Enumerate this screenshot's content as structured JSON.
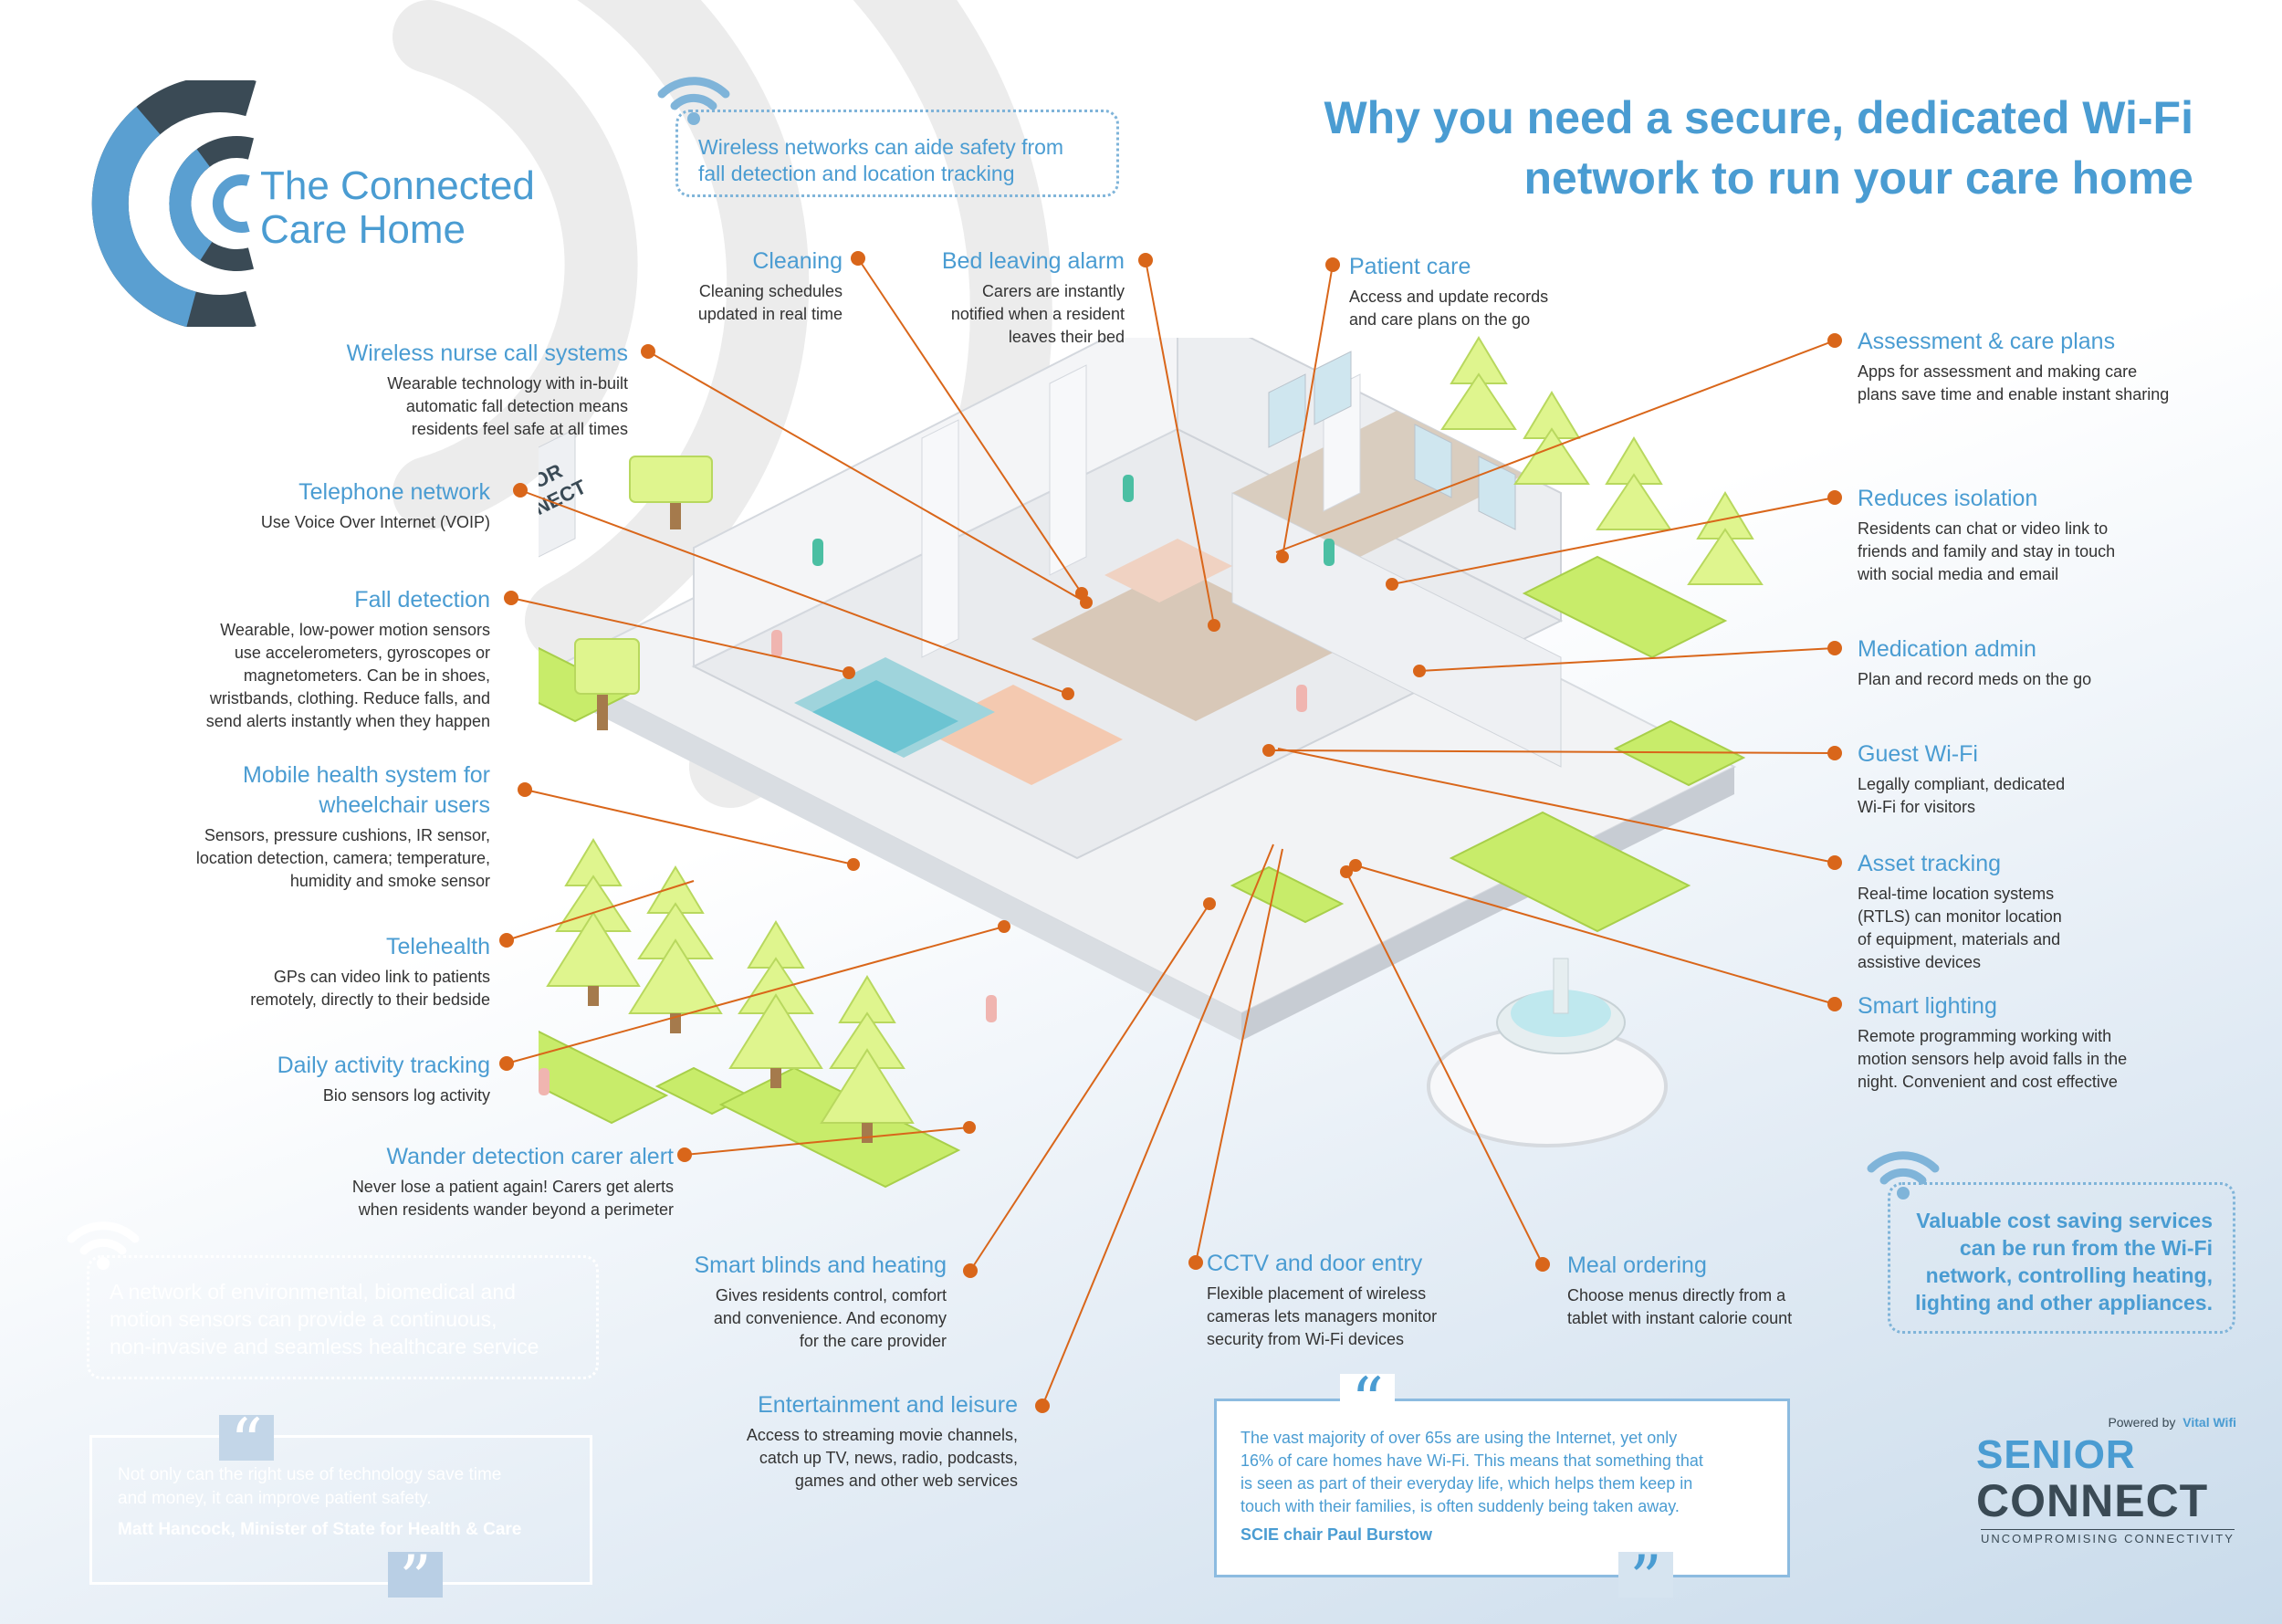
{
  "brand": {
    "line1": "The Connected",
    "line2": "Care Home"
  },
  "headline": {
    "line1": "Why you need a secure, dedicated Wi-Fi",
    "line2": "network to run your care home"
  },
  "wifi_box_top": {
    "line1": "Wireless networks can aide safety from",
    "line2": "fall detection and location tracking"
  },
  "left_items": [
    {
      "title": "Wireless nurse call systems",
      "desc": [
        "Wearable technology with in-built",
        "automatic fall detection means",
        "residents feel safe at all times"
      ]
    },
    {
      "title": "Telephone network",
      "desc": [
        "Use Voice Over Internet (VOIP)"
      ]
    },
    {
      "title": "Fall detection",
      "desc": [
        "Wearable, low-power motion sensors",
        "use accelerometers, gyroscopes or",
        "magnetometers. Can be in shoes,",
        "wristbands, clothing. Reduce falls, and",
        "send alerts instantly when they happen"
      ]
    },
    {
      "title": "Mobile health system for",
      "title2": "wheelchair users",
      "desc": [
        "Sensors, pressure cushions, IR sensor,",
        "location detection, camera; temperature,",
        "humidity and smoke sensor"
      ]
    },
    {
      "title": "Telehealth",
      "desc": [
        "GPs can video link to patients",
        "remotely, directly to their bedside"
      ]
    },
    {
      "title": "Daily activity tracking",
      "desc": [
        "Bio sensors log activity"
      ]
    },
    {
      "title": "Wander detection carer alert",
      "desc": [
        "Never lose a patient again! Carers get alerts",
        "when residents wander beyond a perimeter"
      ]
    }
  ],
  "top_items": [
    {
      "title": "Cleaning",
      "desc": [
        "Cleaning schedules",
        "updated in real time"
      ]
    },
    {
      "title": "Bed leaving alarm",
      "desc": [
        "Carers are instantly",
        "notified when a resident",
        "leaves their bed"
      ]
    },
    {
      "title": "Patient care",
      "desc": [
        "Access and update records",
        "and care plans on the go"
      ]
    }
  ],
  "right_items": [
    {
      "title": "Assessment & care plans",
      "desc": [
        "Apps for assessment and making care",
        "plans save time and enable instant sharing"
      ]
    },
    {
      "title": "Reduces isolation",
      "desc": [
        "Residents can chat or video link to",
        "friends and family and stay in touch",
        "with social media and email"
      ]
    },
    {
      "title": "Medication admin",
      "desc": [
        "Plan and record meds on the go"
      ]
    },
    {
      "title": "Guest Wi-Fi",
      "desc": [
        "Legally compliant, dedicated",
        "Wi-Fi for visitors"
      ]
    },
    {
      "title": "Asset tracking",
      "desc": [
        "Real-time location systems",
        "(RTLS) can monitor location",
        "of equipment, materials and",
        "assistive devices"
      ]
    },
    {
      "title": "Smart lighting",
      "desc": [
        "Remote programming working with",
        "motion sensors help avoid falls in the",
        "night. Convenient and cost effective"
      ]
    }
  ],
  "bottom_items": [
    {
      "title": "Smart blinds and heating",
      "desc": [
        "Gives residents control, comfort",
        "and convenience. And economy",
        "for the care provider"
      ]
    },
    {
      "title": "CCTV and door entry",
      "desc": [
        "Flexible placement of wireless",
        "cameras lets managers monitor",
        "security from Wi-Fi devices"
      ]
    },
    {
      "title": "Meal ordering",
      "desc": [
        "Choose menus directly from a",
        "tablet with instant calorie count"
      ]
    },
    {
      "title": "Entertainment and leisure",
      "desc": [
        "Access to streaming movie channels,",
        "catch up TV, news, radio, podcasts,",
        "games and other web services"
      ]
    }
  ],
  "left_wifi_box": {
    "lines": [
      "A network of environmental, biomedical and",
      "motion sensors can provide a continuous,",
      "non-invasive and seamless healthcare service"
    ]
  },
  "right_wifi_box": {
    "lines": [
      "Valuable cost saving services",
      "can be run from the Wi-Fi",
      "network, controlling heating,",
      "lighting and other appliances."
    ]
  },
  "quote_left": {
    "lines": [
      "Not only can the right use of technology save time",
      "and money, it can improve patient safety."
    ],
    "author": "Matt Hancock, Minister of State for Health & Care"
  },
  "quote_center": {
    "lines": [
      "The vast majority of over 65s are using the Internet, yet only",
      "16% of care homes have Wi-Fi. This means that something that",
      "is seen as part of their everyday life, which helps them keep in",
      "touch with their families, is often suddenly being taken away."
    ],
    "author": "SCIE chair Paul Burstow"
  },
  "logo": {
    "powered": "Powered by",
    "vital": "Vital Wifi",
    "senior": "SENIOR",
    "connect": "CONNECT",
    "tagline": "UNCOMPROMISING CONNECTIVITY"
  },
  "building_sign": {
    "line1": "SENIOR",
    "line2": "CONNECT"
  },
  "colors": {
    "accent": "#4a9cd2",
    "dot": "#d9661a",
    "grass": "#c8ec6a",
    "tree": "#dff58e",
    "dark": "#3a4a55"
  }
}
